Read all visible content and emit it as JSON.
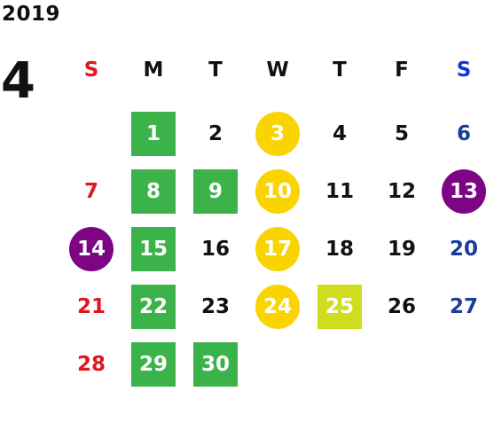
{
  "year": "2019",
  "month": "4",
  "weekdays": [
    "S",
    "M",
    "T",
    "W",
    "T",
    "F",
    "S"
  ],
  "weeks": [
    [
      "",
      "1",
      "2",
      "3",
      "4",
      "5",
      "6"
    ],
    [
      "7",
      "8",
      "9",
      "10",
      "11",
      "12",
      "13"
    ],
    [
      "14",
      "15",
      "16",
      "17",
      "18",
      "19",
      "20"
    ],
    [
      "21",
      "22",
      "23",
      "24",
      "25",
      "26",
      "27"
    ],
    [
      "28",
      "29",
      "30",
      "",
      "",
      "",
      ""
    ]
  ],
  "colors": {
    "sunday": "#e0161d",
    "saturday": "#1a3d9a",
    "green_marker": "#3bb34a",
    "yellow_marker": "#fad400",
    "purple_marker": "#7d0584",
    "lime_marker": "#d0dd1f"
  },
  "markers": {
    "green_square": [
      "1",
      "8",
      "9",
      "15",
      "22",
      "29",
      "30"
    ],
    "yellow_circle": [
      "3",
      "10",
      "17",
      "24"
    ],
    "purple_circle": [
      "13",
      "14"
    ],
    "lime_square": [
      "25"
    ]
  }
}
